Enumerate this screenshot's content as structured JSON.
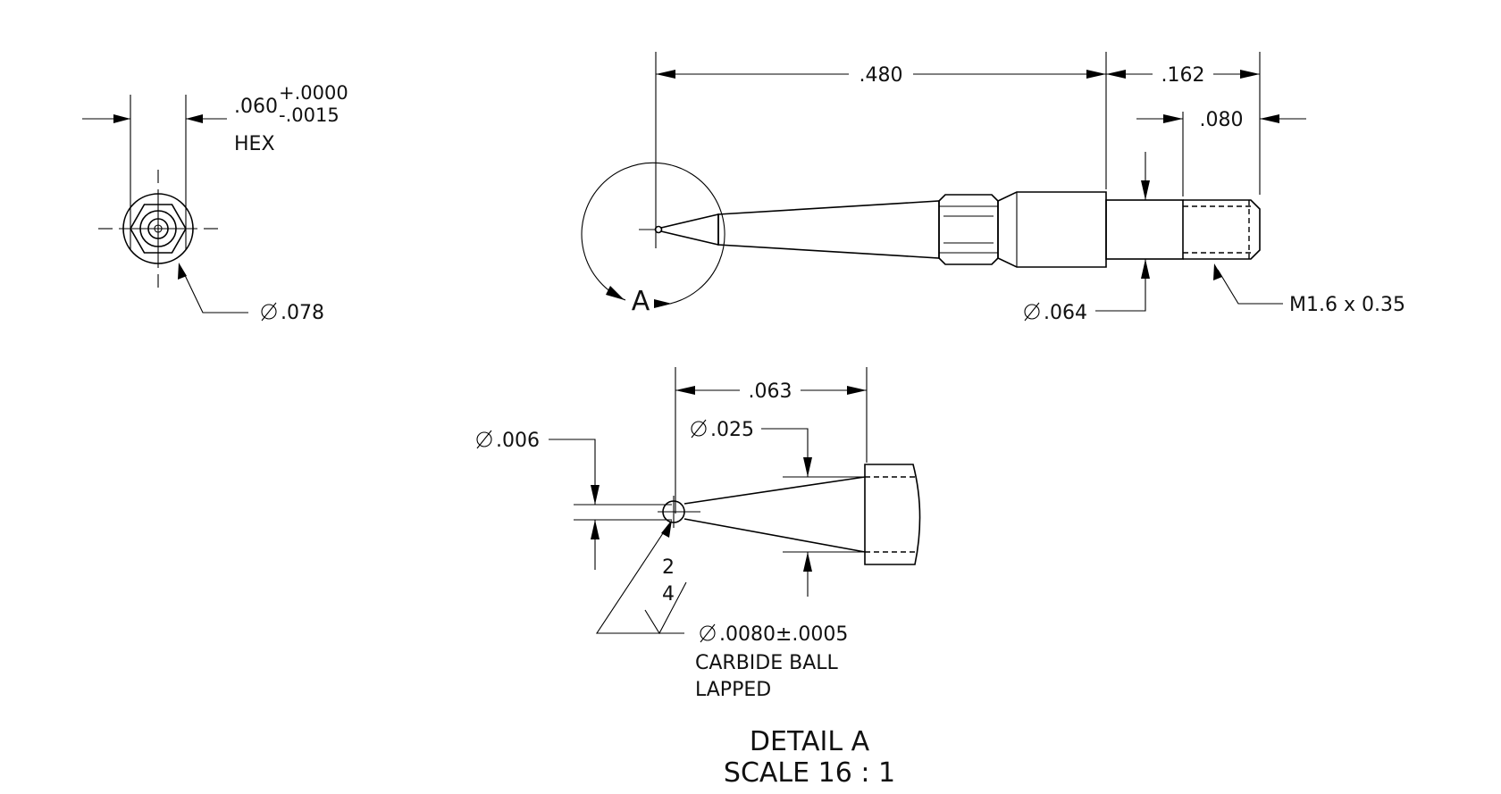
{
  "end_view": {
    "hex_nominal": ".060",
    "hex_tol_plus": "+.0000",
    "hex_tol_minus": "-.0015",
    "hex_note": "HEX",
    "diameter": ".078"
  },
  "side_view": {
    "len_main": ".480",
    "len_shank": ".162",
    "len_thread": ".080",
    "dia_shank": ".064",
    "thread": "M1.6 x 0.35",
    "detail_callout": "A"
  },
  "detail": {
    "len_tip": ".063",
    "dia_cone": ".025",
    "dia_tip": ".006",
    "ball_dia": ".0080±.0005",
    "ball_note_1": "CARBIDE BALL",
    "ball_note_2": "LAPPED",
    "finish_top": "2",
    "finish_bottom": "4",
    "title": "DETAIL A",
    "scale": "SCALE 16 : 1"
  },
  "symbols": {
    "diameter_symbol": "diameter-icon"
  }
}
